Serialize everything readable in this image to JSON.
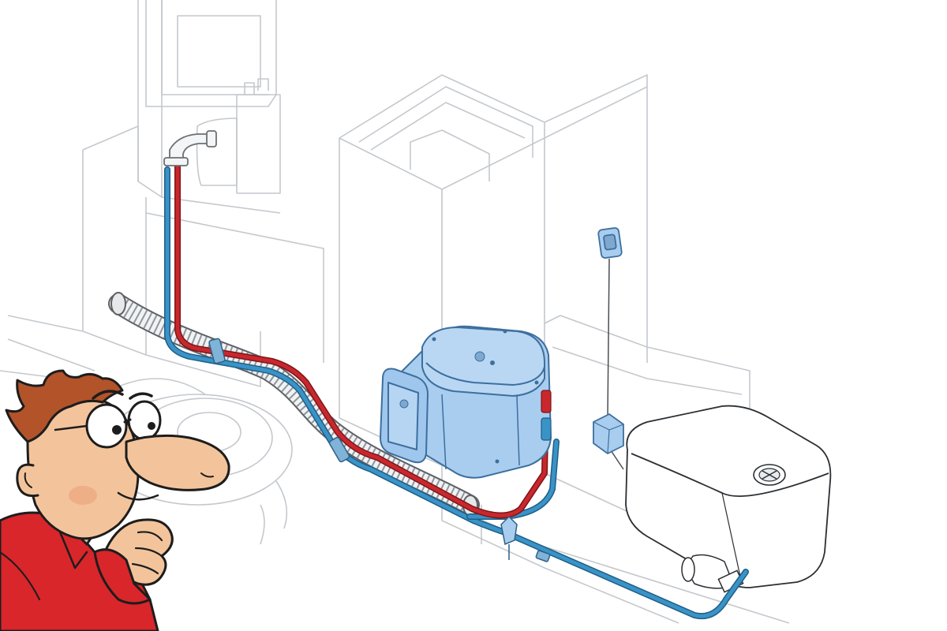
{
  "diagram": {
    "components": [
      {
        "id": "heater-unit",
        "kind": "water-heater"
      },
      {
        "id": "control-panel",
        "kind": "control-panel"
      },
      {
        "id": "junction-box",
        "kind": "junction-box"
      },
      {
        "id": "water-tank",
        "kind": "fresh-water-tank"
      },
      {
        "id": "water-pump",
        "kind": "pump"
      },
      {
        "id": "faucet",
        "kind": "tap"
      },
      {
        "id": "exhaust-hose",
        "kind": "flexible-duct"
      },
      {
        "id": "cold-line",
        "kind": "pipe"
      },
      {
        "id": "hot-line",
        "kind": "pipe"
      },
      {
        "id": "cartoon-man",
        "kind": "illustration"
      }
    ],
    "colors": {
      "hot_pipe": "#c0282d",
      "cold_pipe": "#2f86b8",
      "unit_fill": "#a9cdef",
      "unit_stroke": "#3d6f9e",
      "outline": "#b9bec4",
      "shirt": "#d8262b",
      "skin": "#f3c49b",
      "hair": "#b3532a"
    }
  }
}
